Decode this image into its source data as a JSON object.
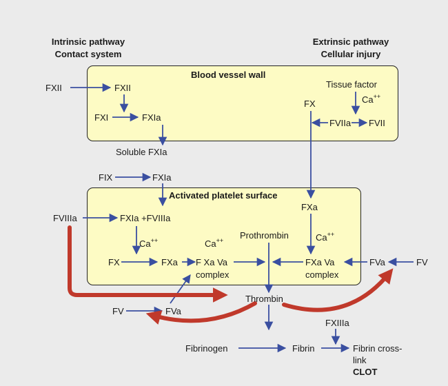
{
  "colors": {
    "background": "#ebebeb",
    "box_fill": "#fdfbc4",
    "arrow_blue": "#3a4fa0",
    "arrow_red": "#c0392b"
  },
  "headers": {
    "intrinsic_line1": "Intrinsic pathway",
    "intrinsic_line2": "Contact system",
    "extrinsic_line1": "Extrinsic pathway",
    "extrinsic_line2": "Cellular injury"
  },
  "boxes": {
    "vessel_wall": "Blood vessel wall",
    "platelet_surface": "Activated platelet surface"
  },
  "nodes": {
    "fxii_outer": "FXII",
    "fxii_inner": "FXII",
    "fxi": "FXI",
    "fxia_1": "FXIa",
    "soluble_fxia": "Soluble FXIa",
    "fix": "FIX",
    "fxia_2": "FXIa",
    "tissue_factor": "Tissue factor",
    "ca_1": "Ca",
    "fx_right": "FX",
    "fviia": "FVIIa",
    "fvii": "FVII",
    "fviiia": "FVIIIa",
    "fxia_fviiia": "FXIa +FVIIIa",
    "ca_2": "Ca",
    "ca_3": "Ca",
    "prothrombin": "Prothrombin",
    "fxa_right": "FXa",
    "ca_4": "Ca",
    "fx_left": "FX",
    "fxa_left": "FXa",
    "fxava_complex_line1": "F Xa Va",
    "fxava_complex_line2": "complex",
    "fxava_right_line1": "FXa Va",
    "fxava_right_line2": "complex",
    "fva_right": "FVa",
    "fv_right": "FV",
    "thrombin": "Thrombin",
    "fv_left": "FV",
    "fva_left": "FVa",
    "fxiiia": "FXIIIa",
    "fibrinogen": "Fibrinogen",
    "fibrin": "Fibrin",
    "crosslink_line1": "Fibrin cross-",
    "crosslink_line2": "link",
    "clot": "CLOT",
    "ca_sup": "++"
  }
}
